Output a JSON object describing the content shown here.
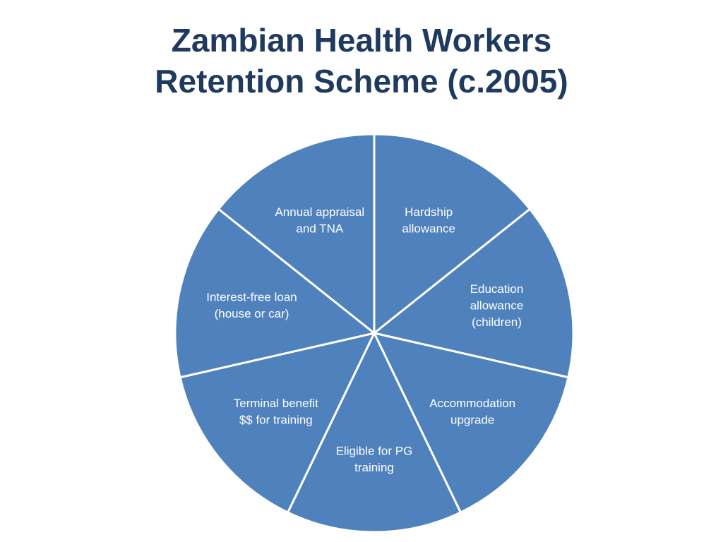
{
  "slide": {
    "title_lines": [
      "Zambian Health Workers",
      "Retention Scheme (c.2005)"
    ]
  },
  "diagram": {
    "colors": {
      "segment_fill": "#4f81bd",
      "separator": "#ffffff",
      "title": "#1f3a5f"
    },
    "segments": [
      {
        "lines": [
          "Hardship",
          "allowance"
        ]
      },
      {
        "lines": [
          "Education",
          "allowance",
          "(children)"
        ]
      },
      {
        "lines": [
          "Accommodation",
          "upgrade"
        ]
      },
      {
        "lines": [
          "Eligible for PG",
          "training"
        ]
      },
      {
        "lines": [
          "Terminal benefit",
          "$$ for training"
        ]
      },
      {
        "lines": [
          "Interest-free loan",
          "(house or car)"
        ]
      },
      {
        "lines": [
          "Annual appraisal",
          "and TNA"
        ]
      }
    ]
  }
}
